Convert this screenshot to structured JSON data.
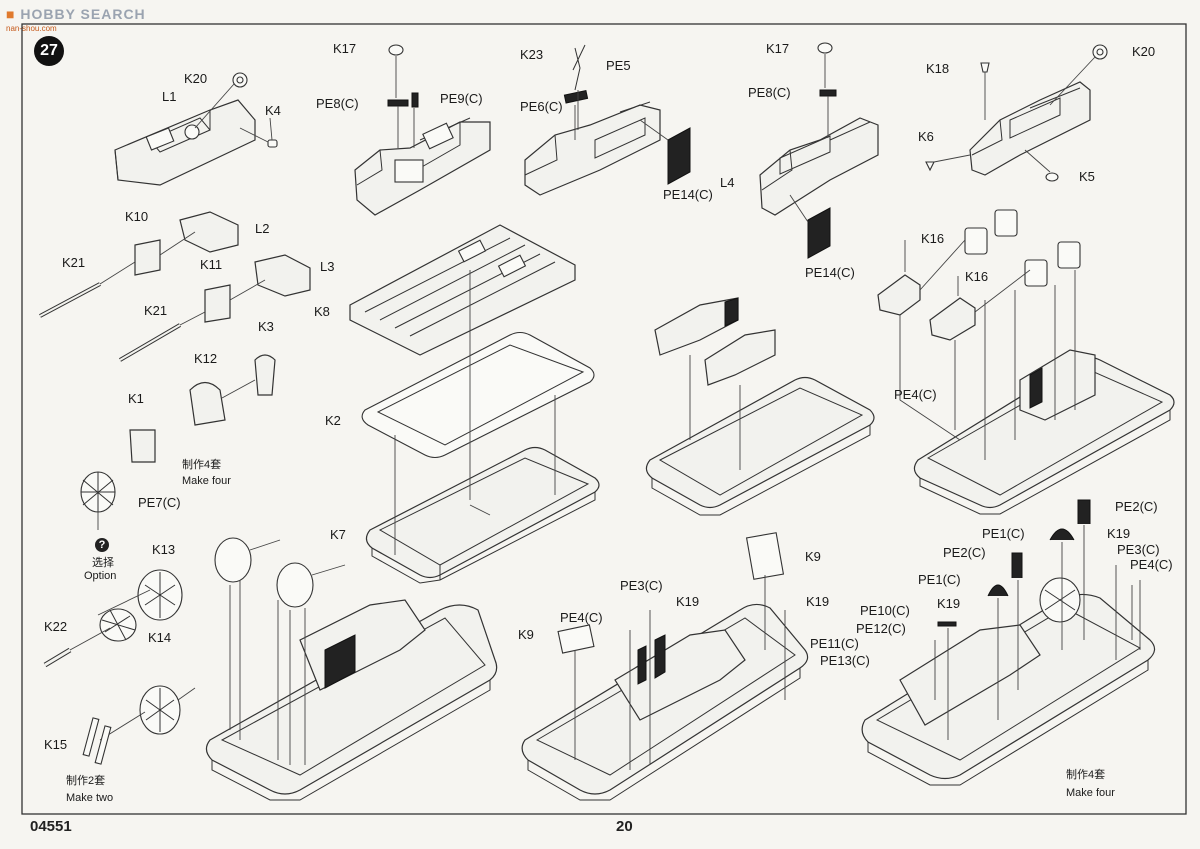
{
  "header": {
    "watermark": "HOBBY SEARCH",
    "watermark_sub": "nan-shou.com",
    "step_number": "27"
  },
  "footer": {
    "code": "04551",
    "page_number": "20"
  },
  "notes": {
    "make_four_cn_1": "制作4套",
    "make_four_1": "Make four",
    "make_two_cn": "制作2套",
    "make_two": "Make  two",
    "make_four_cn_2": "制作4套",
    "make_four_2": "Make   four",
    "option_cn": "选择",
    "option": "Option",
    "option_mark": "?"
  },
  "labels": {
    "k20_a": "K20",
    "l1": "L1",
    "k4": "K4",
    "k17_a": "K17",
    "pe8_a": "PE8(C)",
    "pe9": "PE9(C)",
    "k23": "K23",
    "pe5": "PE5",
    "pe6": "PE6(C)",
    "pe14_a": "PE14(C)",
    "k17_b": "K17",
    "pe8_b": "PE8(C)",
    "l4": "L4",
    "pe14_b": "PE14(C)",
    "k18": "K18",
    "k20_b": "K20",
    "k6": "K6",
    "k5": "K5",
    "k10": "K10",
    "l2": "L2",
    "k21_a": "K21",
    "k11": "K11",
    "l3": "L3",
    "k21_b": "K21",
    "k3": "K3",
    "k12": "K12",
    "k1": "K1",
    "k8": "K8",
    "k2": "K2",
    "k7": "K7",
    "k16_a": "K16",
    "k16_b": "K16",
    "pe4_a": "PE4(C)",
    "pe7": "PE7(C)",
    "k13": "K13",
    "k22": "K22",
    "k14": "K14",
    "k15": "K15",
    "k9_a": "K9",
    "k9_b": "K9",
    "pe3_a": "PE3(C)",
    "k19_a": "K19",
    "k19_b": "K19",
    "pe4_b": "PE4(C)",
    "pe2_a": "PE2(C)",
    "pe1_a": "PE1(C)",
    "pe2_b": "PE2(C)",
    "k19_c": "K19",
    "pe3_b": "PE3(C)",
    "pe4_c": "PE4(C)",
    "pe1_b": "PE1(C)",
    "pe10": "PE10(C)",
    "k19_d": "K19",
    "pe12": "PE12(C)",
    "pe11": "PE11(C)",
    "pe13": "PE13(C)"
  }
}
